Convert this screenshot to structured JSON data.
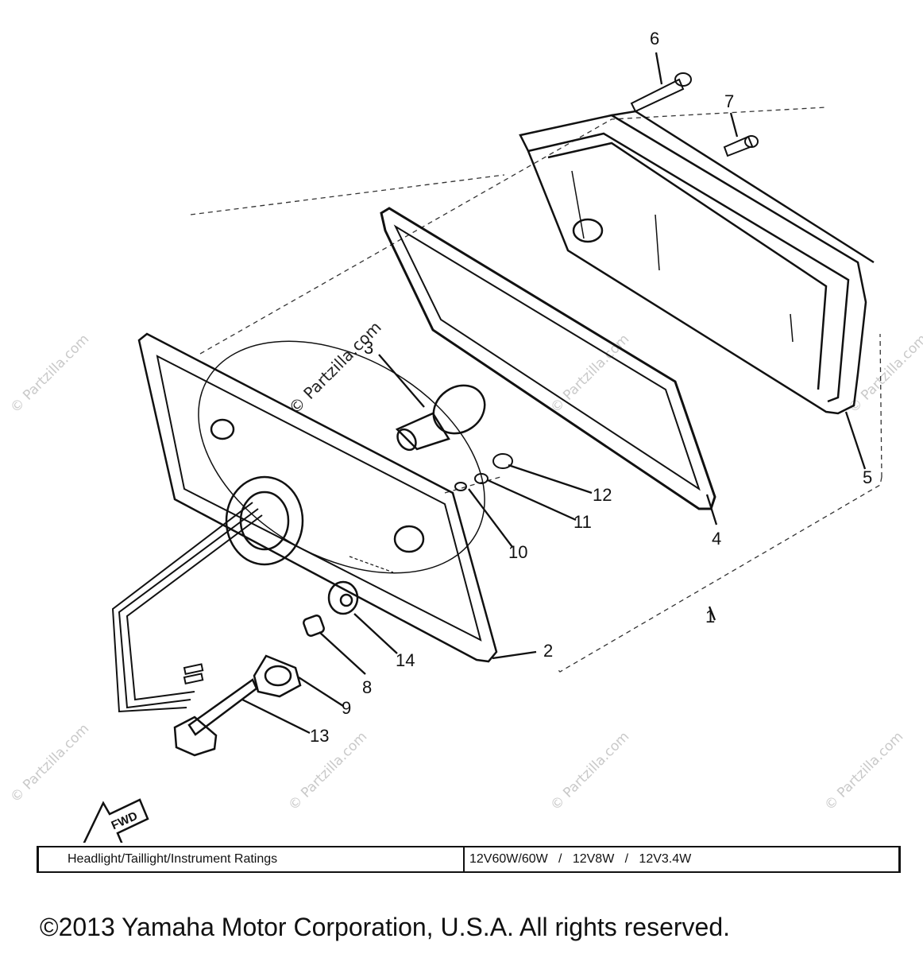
{
  "diagram": {
    "callouts": [
      "1",
      "2",
      "3",
      "4",
      "5",
      "6",
      "7",
      "8",
      "9",
      "10",
      "11",
      "12",
      "13",
      "14"
    ],
    "fwd_label": "FWD",
    "watermark": "© Partzilla.com"
  },
  "ratings": {
    "label": "Headlight/Taillight/Instrument Ratings",
    "value": "12V60W/60W   /   12V8W   /   12V3.4W"
  },
  "copyright": "©2013  Yamaha Motor Corporation, U.S.A. All rights reserved."
}
